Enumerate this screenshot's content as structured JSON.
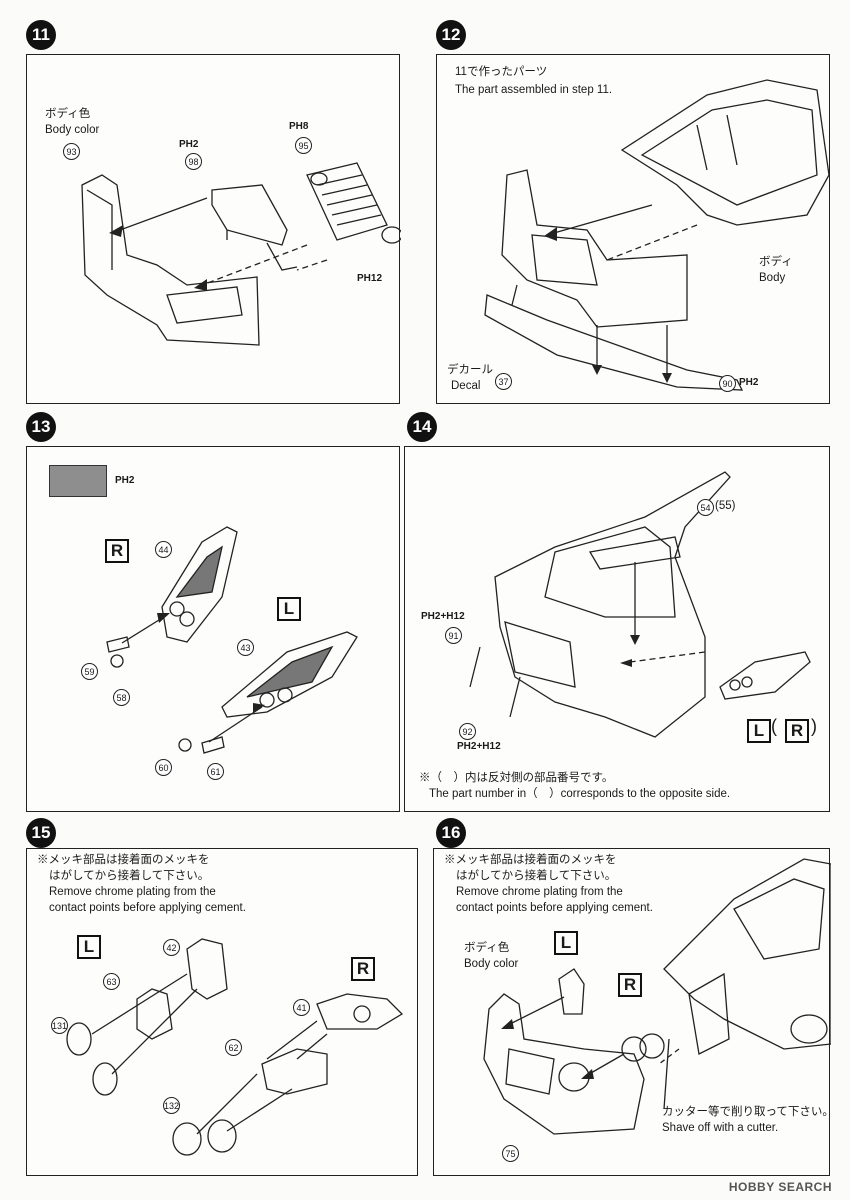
{
  "steps": {
    "s11": {
      "number": "11"
    },
    "s12": {
      "number": "12"
    },
    "s13": {
      "number": "13"
    },
    "s14": {
      "number": "14"
    },
    "s15": {
      "number": "15"
    },
    "s16": {
      "number": "16"
    }
  },
  "step11": {
    "body_color_jp": "ボディ色",
    "body_color_en": "Body color",
    "p93": "93",
    "p98": "98",
    "p95": "95",
    "ph2": "PH2",
    "ph8": "PH8",
    "ph12": "PH12"
  },
  "step12": {
    "made_in_jp": "11で作ったパーツ",
    "made_in_en": "The part assembled in step 11.",
    "body_jp": "ボディ",
    "body_en": "Body",
    "decal_jp": "デカール",
    "decal_en": "Decal",
    "p37": "37",
    "p90": "90",
    "ph2": "PH2"
  },
  "step13": {
    "swatch_label": "PH2",
    "side_r": "R",
    "side_l": "L",
    "p44": "44",
    "p43": "43",
    "p59": "59",
    "p58": "58",
    "p60": "60",
    "p61": "61"
  },
  "step14": {
    "p54": "54",
    "p55": "(55)",
    "ph_top": "PH2+H12",
    "ph_bottom": "PH2+H12",
    "p91": "91",
    "p92": "92",
    "side_lr_l": "L",
    "side_lr_r": "R",
    "note_jp": "※（　）内は反対側の部品番号です。",
    "note_en": "The part number in（　）corresponds to the opposite side."
  },
  "step15": {
    "note_jp1": "※メッキ部品は接着面のメッキを",
    "note_jp2": "はがしてから接着して下さい。",
    "note_en1": "Remove chrome plating from the",
    "note_en2": "contact points before applying cement.",
    "side_l": "L",
    "side_r": "R",
    "p42": "42",
    "p63": "63",
    "p131": "131",
    "p41": "41",
    "p62": "62",
    "p132": "132"
  },
  "step16": {
    "note_jp1": "※メッキ部品は接着面のメッキを",
    "note_jp2": "はがしてから接着して下さい。",
    "note_en1": "Remove chrome plating from the",
    "note_en2": "contact points before applying cement.",
    "body_color_jp": "ボディ色",
    "body_color_en": "Body color",
    "side_l": "L",
    "side_r": "R",
    "p75": "75",
    "cut_jp": "カッター等で削り取って下さい。",
    "cut_en": "Shave off with a cutter."
  },
  "watermark": "HOBBY SEARCH"
}
